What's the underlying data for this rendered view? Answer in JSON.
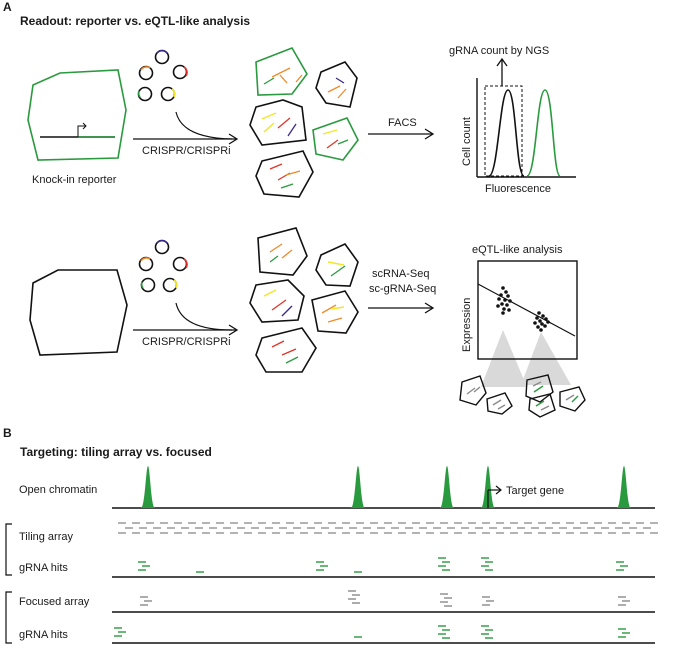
{
  "panel_a": {
    "letter": "A",
    "title": "Readout: reporter vs. eQTL-like analysis",
    "top": {
      "reporter_label": "Knock-in reporter",
      "crispr_label": "CRISPR/CRISPRi",
      "facs_label": "FACS",
      "ngs_label": "gRNA count by NGS",
      "y_label": "Cell count",
      "x_label": "Fluorescence"
    },
    "bottom": {
      "crispr_label": "CRISPR/CRISPRi",
      "seq_label_1": "scRNA-Seq",
      "seq_label_2": "sc-gRNA-Seq",
      "plot_title": "eQTL-like analysis",
      "y_label": "Expression"
    }
  },
  "panel_b": {
    "letter": "B",
    "title": "Targeting: tiling array vs. focused",
    "rows": {
      "open_chromatin": "Open chromatin",
      "tiling_array": "Tiling array",
      "grna_hits_1": "gRNA hits",
      "focused_array": "Focused array",
      "grna_hits_2": "gRNA hits"
    },
    "target_gene_label": "Target gene"
  },
  "colors": {
    "green": "#2a9a3e",
    "grey": "#8a8a8a",
    "orange": "#f08a2a",
    "purple": "#3a2a8c",
    "yellow": "#f2e626",
    "red": "#e0342a",
    "dkgreen": "#2e8a2e"
  }
}
